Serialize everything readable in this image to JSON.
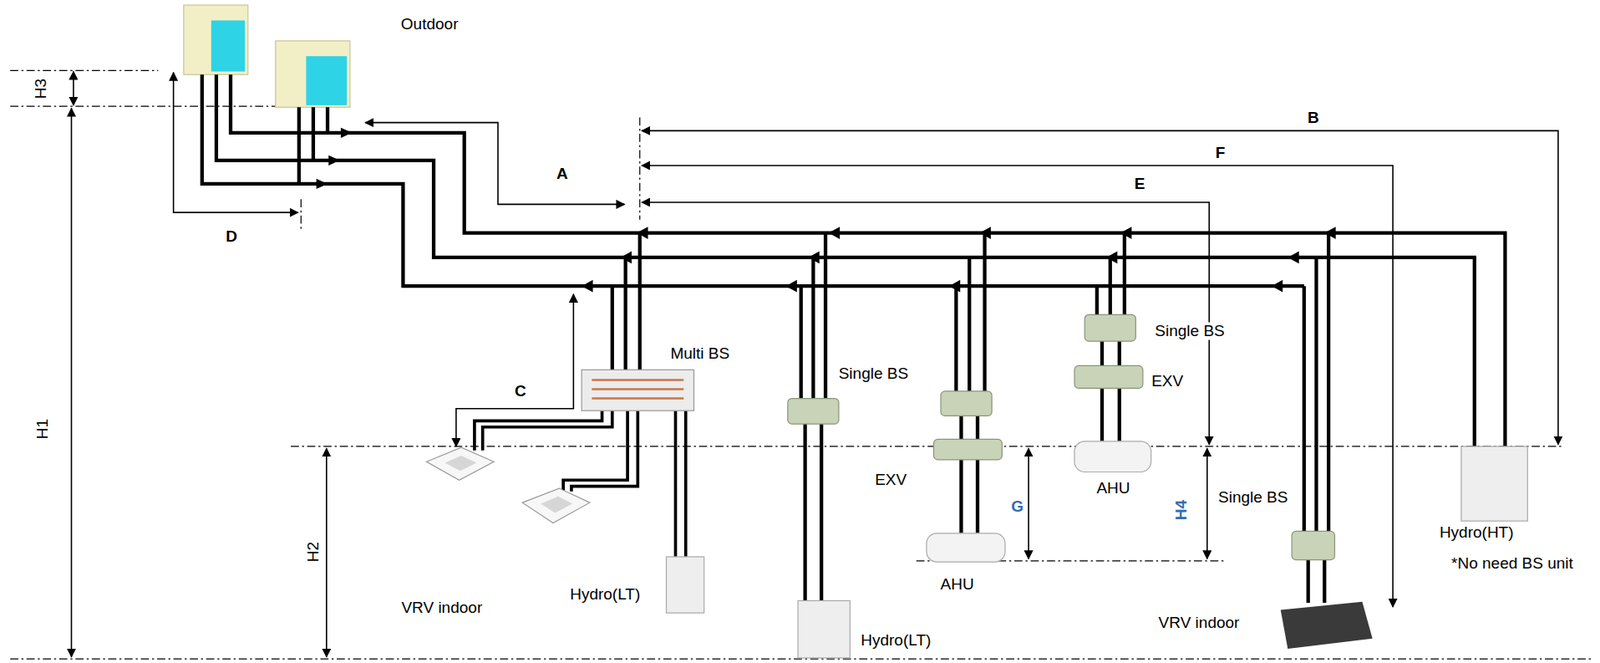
{
  "diagram": {
    "labels": [
      "Outdoor",
      "H3",
      "A",
      "B",
      "F",
      "E",
      "D",
      "Multi BS",
      "C",
      "Single BS",
      "EXV",
      "Single BS",
      "H1",
      "EXV",
      "G",
      "AHU",
      "H4",
      "Single BS",
      "H2",
      "Hydro(HT)",
      "*No need BS unit",
      "AHU",
      "VRV indoor",
      "Hydro(LT)",
      "VRV indoor",
      "Hydro(LT)"
    ]
  }
}
